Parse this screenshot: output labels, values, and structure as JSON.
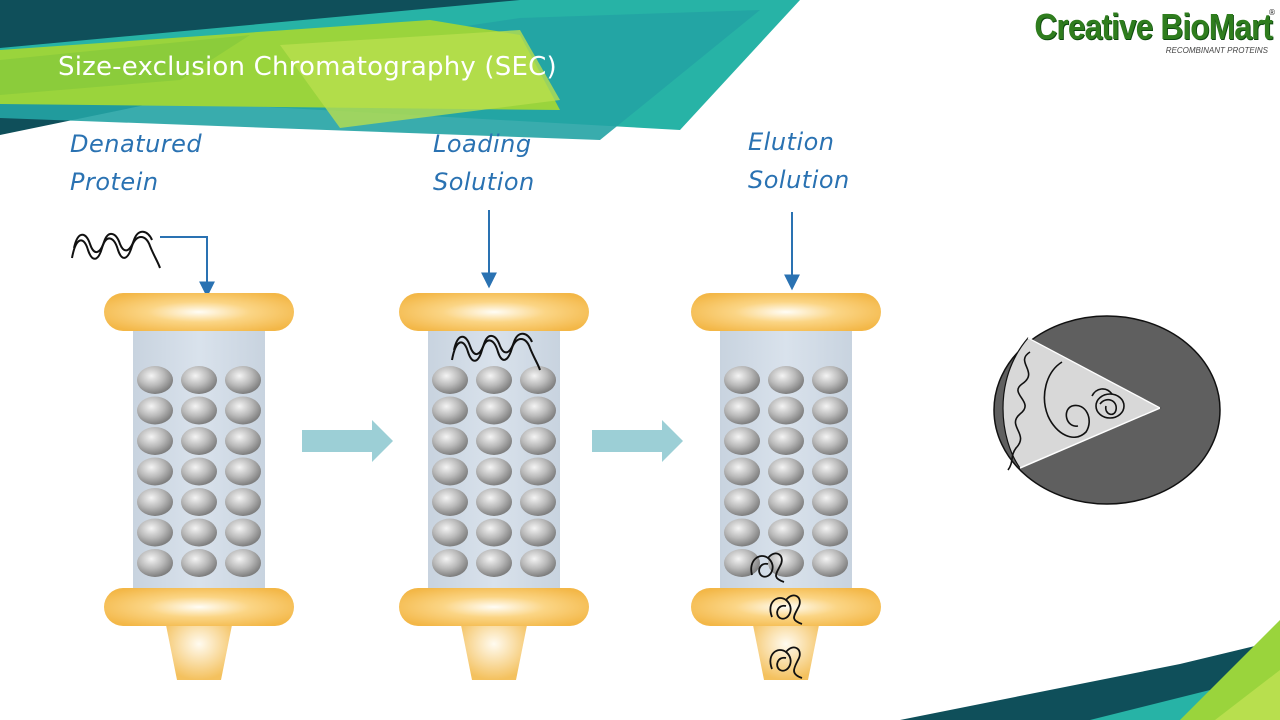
{
  "slide": {
    "title": "Size-exclusion Chromatography (SEC)",
    "logo": {
      "name": "Creative BioMart",
      "tagline": "RECOMBINANT PROTEINS",
      "mark": "®"
    }
  },
  "labels": {
    "denatured_protein": [
      "Denatured",
      "Protein"
    ],
    "loading_solution": [
      "Loading",
      "Solution"
    ],
    "elution_solution": [
      "Elution",
      "Solution"
    ]
  },
  "colors": {
    "banner_dark": "#0f4f5a",
    "banner_teal": "#27b3a6",
    "banner_green": "#9ad43c",
    "label_blue": "#2a72b2",
    "cap_orange": "#f6bf55",
    "column_body": "#cfdae6",
    "process_arrow": "#9ccfd6",
    "inset_dark": "#5f5f5f",
    "inset_light": "#d8d8d8"
  },
  "diagram": {
    "columns": [
      {
        "id": "column-1",
        "bead_rows": 7,
        "bead_cols": 3
      },
      {
        "id": "column-2",
        "bead_rows": 7,
        "bead_cols": 3
      },
      {
        "id": "column-3",
        "bead_rows": 7,
        "bead_cols": 3
      }
    ],
    "icons": [
      "unfolded-protein-icon",
      "refolded-protein-icon",
      "bead-pore-detail-icon"
    ]
  }
}
